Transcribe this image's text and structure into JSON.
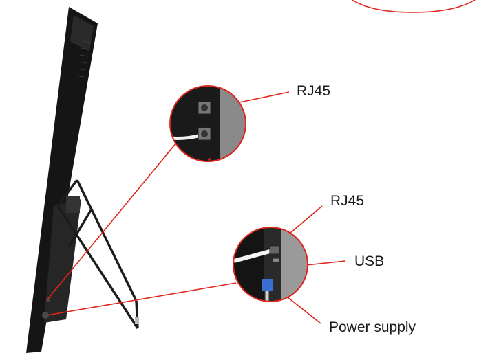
{
  "callouts": {
    "rj45_top": "RJ45",
    "rj45_bottom": "RJ45",
    "usb": "USB",
    "power_supply": "Power supply"
  },
  "colors": {
    "callout_line": "#e0261c",
    "panel_frame": "#141414",
    "panel_back": "#2b2b2b",
    "stand": "#1c1c1c",
    "zoom_background": "#8d8d8d"
  },
  "icons": [
    "rj45-port-icon",
    "usb-port-icon",
    "power-connector-icon",
    "cable-icon"
  ]
}
